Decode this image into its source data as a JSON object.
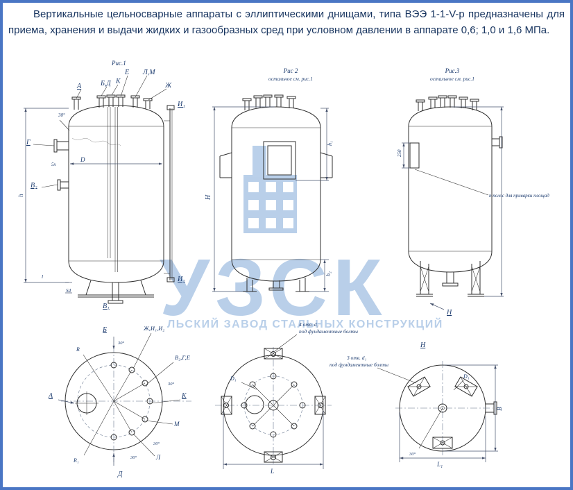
{
  "intro": {
    "text": "Вертикальные цельносварные аппараты с эллиптическими днищами, типа ВЭЭ 1-1-V-р предназначены для приема, хранения и выдачи жидких и газообразных сред при условном давлении в аппарате 0,6; 1,0 и 1,6 МПа."
  },
  "watermark": {
    "big": "УЗСК",
    "sub": "ЛЬСКИЙ ЗАВОД СТАЛЬНЫХ КОНСТРУКЦИЙ"
  },
  "fig1": {
    "caption": "Рис.1",
    "labels": {
      "a": "А",
      "bd": "Б,Д",
      "k": "К",
      "e": "Е",
      "lm": "Л,М",
      "zh": "Ж",
      "i1": "И₁",
      "i2": "И₂",
      "g": "Г",
      "v2": "В₂",
      "v1": "В₁",
      "d": "D",
      "h": "h",
      "sd": "Sd",
      "l": "l",
      "angle30": "30°",
      "x5": "5х"
    }
  },
  "fig2": {
    "caption": "Рис 2",
    "note": "остальное см. рис.1",
    "labels": {
      "H": "Н",
      "h1": "h₁",
      "h2": "h₂"
    }
  },
  "fig3": {
    "caption": "Рис.3",
    "note": "остальное см. рис.1",
    "annotation": "п полос для приварки площад",
    "labels": {
      "n250": "250",
      "H": "Н"
    }
  },
  "plan1": {
    "labels": {
      "b": "Б",
      "zhi": "Ж,И₁,И₂",
      "vge": "В₂,Г,Е",
      "a": "А",
      "k": "К",
      "m": "М",
      "l": "Л",
      "d": "Д",
      "r": "R",
      "r1": "R₁"
    },
    "angles": {
      "a1": "30°",
      "a2": "30°",
      "a3": "30°",
      "a4": "30°"
    }
  },
  "plan2": {
    "note1": "4 отв. d₁",
    "note2": "под фундаментные болты",
    "labels": {
      "d1": "D₁",
      "L": "L"
    }
  },
  "plan3": {
    "view": "Н",
    "note1": "3 отв. d₁",
    "note2": "под фундаментные болты",
    "labels": {
      "d1": "D₁",
      "b": "В",
      "l1": "L₁",
      "angle30": "30°"
    }
  }
}
